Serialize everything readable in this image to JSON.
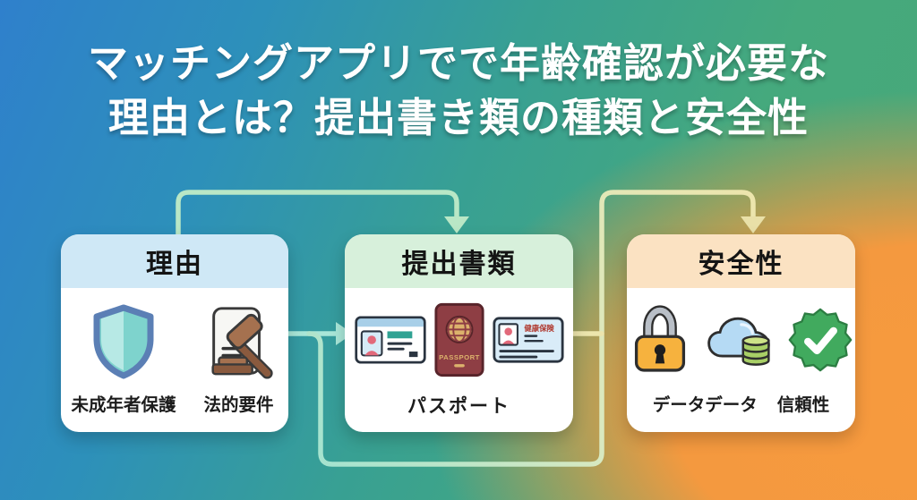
{
  "title": {
    "line1": "マッチングアプリでで年齢確認が必要な",
    "line2": "理由とは？提出書き類の種類と安全性"
  },
  "cards": {
    "reason": {
      "header": "理由",
      "items": [
        {
          "icon": "shield-icon",
          "label": "未成年者保護"
        },
        {
          "icon": "gavel-document-icon",
          "label": "法的要件"
        }
      ]
    },
    "documents": {
      "header": "提出書類",
      "icons": [
        "id-card-icon",
        "passport-icon",
        "health-insurance-card-icon"
      ],
      "passport_text": "PASSPORT",
      "health_card_text": "健康保険",
      "caption": "パスポート"
    },
    "safety": {
      "header": "安全性",
      "icons": [
        "padlock-icon",
        "cloud-database-icon",
        "verified-badge-icon"
      ],
      "labels": [
        "データデータ",
        "信頼性"
      ]
    }
  },
  "colors": {
    "bg_blue": "#2f80cc",
    "bg_teal": "#2b93be",
    "bg_green": "#45a97d",
    "bg_orange": "#f79a3e",
    "header_reason": "#cfe8f6",
    "header_documents": "#d7f0db",
    "header_safety": "#fbe2c2",
    "arrow_mint": "#b9e7c6",
    "arrow_teal": "#a9e6d8",
    "arrow_olive": "#e9e0a8"
  }
}
